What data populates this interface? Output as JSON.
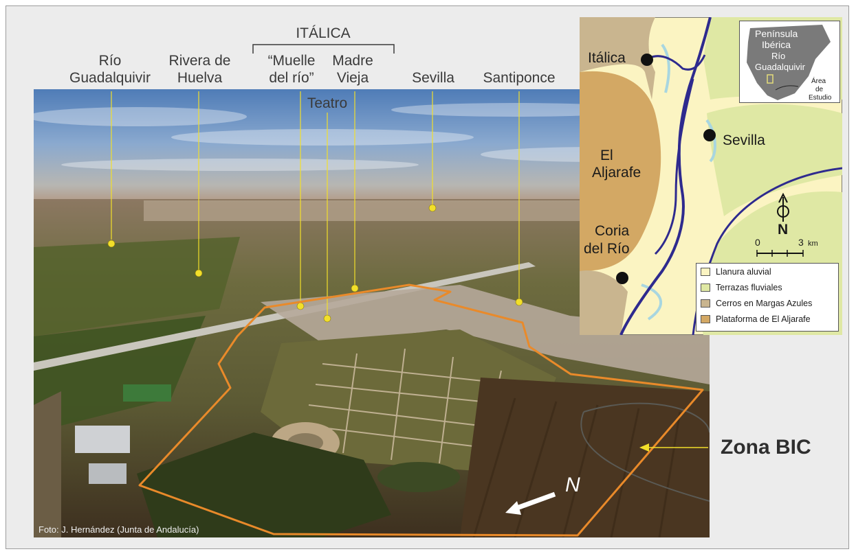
{
  "header": {
    "italica": "ITÁLICA",
    "labels": [
      {
        "id": "rio",
        "l1": "Río",
        "l2": "Guadalquivir"
      },
      {
        "id": "rivera",
        "l1": "Rivera de",
        "l2": "Huelva"
      },
      {
        "id": "muelle",
        "l1": "“Muelle",
        "l2": "del río”"
      },
      {
        "id": "madre",
        "l1": "Madre",
        "l2": "Vieja"
      },
      {
        "id": "sevilla",
        "l1": "",
        "l2": "Sevilla"
      },
      {
        "id": "santiponce",
        "l1": "",
        "l2": "Santiponce"
      }
    ],
    "teatro": "Teatro"
  },
  "photo": {
    "credit": "Foto: J. Hernández (Junta de Andalucía)",
    "north": "N"
  },
  "zona": "Zona BIC",
  "map": {
    "places": {
      "italica": "Itálica",
      "sevilla": "Sevilla",
      "aljarafe_1": "El",
      "aljarafe_2": "Aljarafe",
      "coria_1": "Coria",
      "coria_2": "del Río"
    },
    "north": "N",
    "scale": {
      "zero": "0",
      "three": "3",
      "unit": "km"
    },
    "inset": {
      "l1": "Península",
      "l2": "Ibérica",
      "l3": "Río",
      "l4": "Guadalquivir",
      "area1": "Área",
      "area2": "de",
      "area3": "Estudio"
    },
    "legend": [
      {
        "label": "Llanura aluvial",
        "color": "#fbf4c2"
      },
      {
        "label": "Terrazas fluviales",
        "color": "#dfe8a4"
      },
      {
        "label": "Cerros en Margas Azules",
        "color": "#c9b58f"
      },
      {
        "label": "Plataforma de El Aljarafe",
        "color": "#d3a864"
      }
    ]
  },
  "colors": {
    "marker": "#f2df2a",
    "boundary": "#e98a2a",
    "river": "#2e2a8e",
    "channel": "#a8d6e0"
  }
}
